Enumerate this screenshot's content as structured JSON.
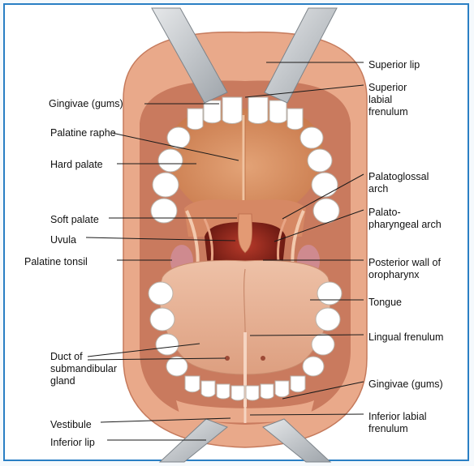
{
  "diagram": {
    "labels_left": {
      "gingivae_upper": "Gingivae (gums)",
      "palatine_raphe": "Palatine raphe",
      "hard_palate": "Hard palate",
      "soft_palate": "Soft palate",
      "uvula": "Uvula",
      "palatine_tonsil": "Palatine tonsil",
      "duct_submandibular": [
        "Duct of",
        "submandibular",
        "gland"
      ],
      "vestibule": "Vestibule",
      "inferior_lip": "Inferior lip"
    },
    "labels_right": {
      "superior_lip": "Superior lip",
      "superior_labial_frenulum": [
        "Superior",
        "labial",
        "frenulum"
      ],
      "palatoglossal_arch": [
        "Palatoglossal",
        "arch"
      ],
      "palatopharyngeal_arch": [
        "Palato-",
        "pharyngeal arch"
      ],
      "posterior_wall": [
        "Posterior wall of",
        "oropharynx"
      ],
      "tongue": "Tongue",
      "lingual_frenulum": "Lingual frenulum",
      "gingivae_lower": "Gingivae (gums)",
      "inferior_labial_frenulum": [
        "Inferior labial",
        "frenulum"
      ]
    }
  },
  "colors": {
    "frame": "#2a7fc4",
    "lip": "#e8a888",
    "palate": "#d98c5e",
    "throat": "#8c2018",
    "tongue": "#e7b69c",
    "teeth": "#ffffff",
    "retractor": "#c8ccd0"
  }
}
